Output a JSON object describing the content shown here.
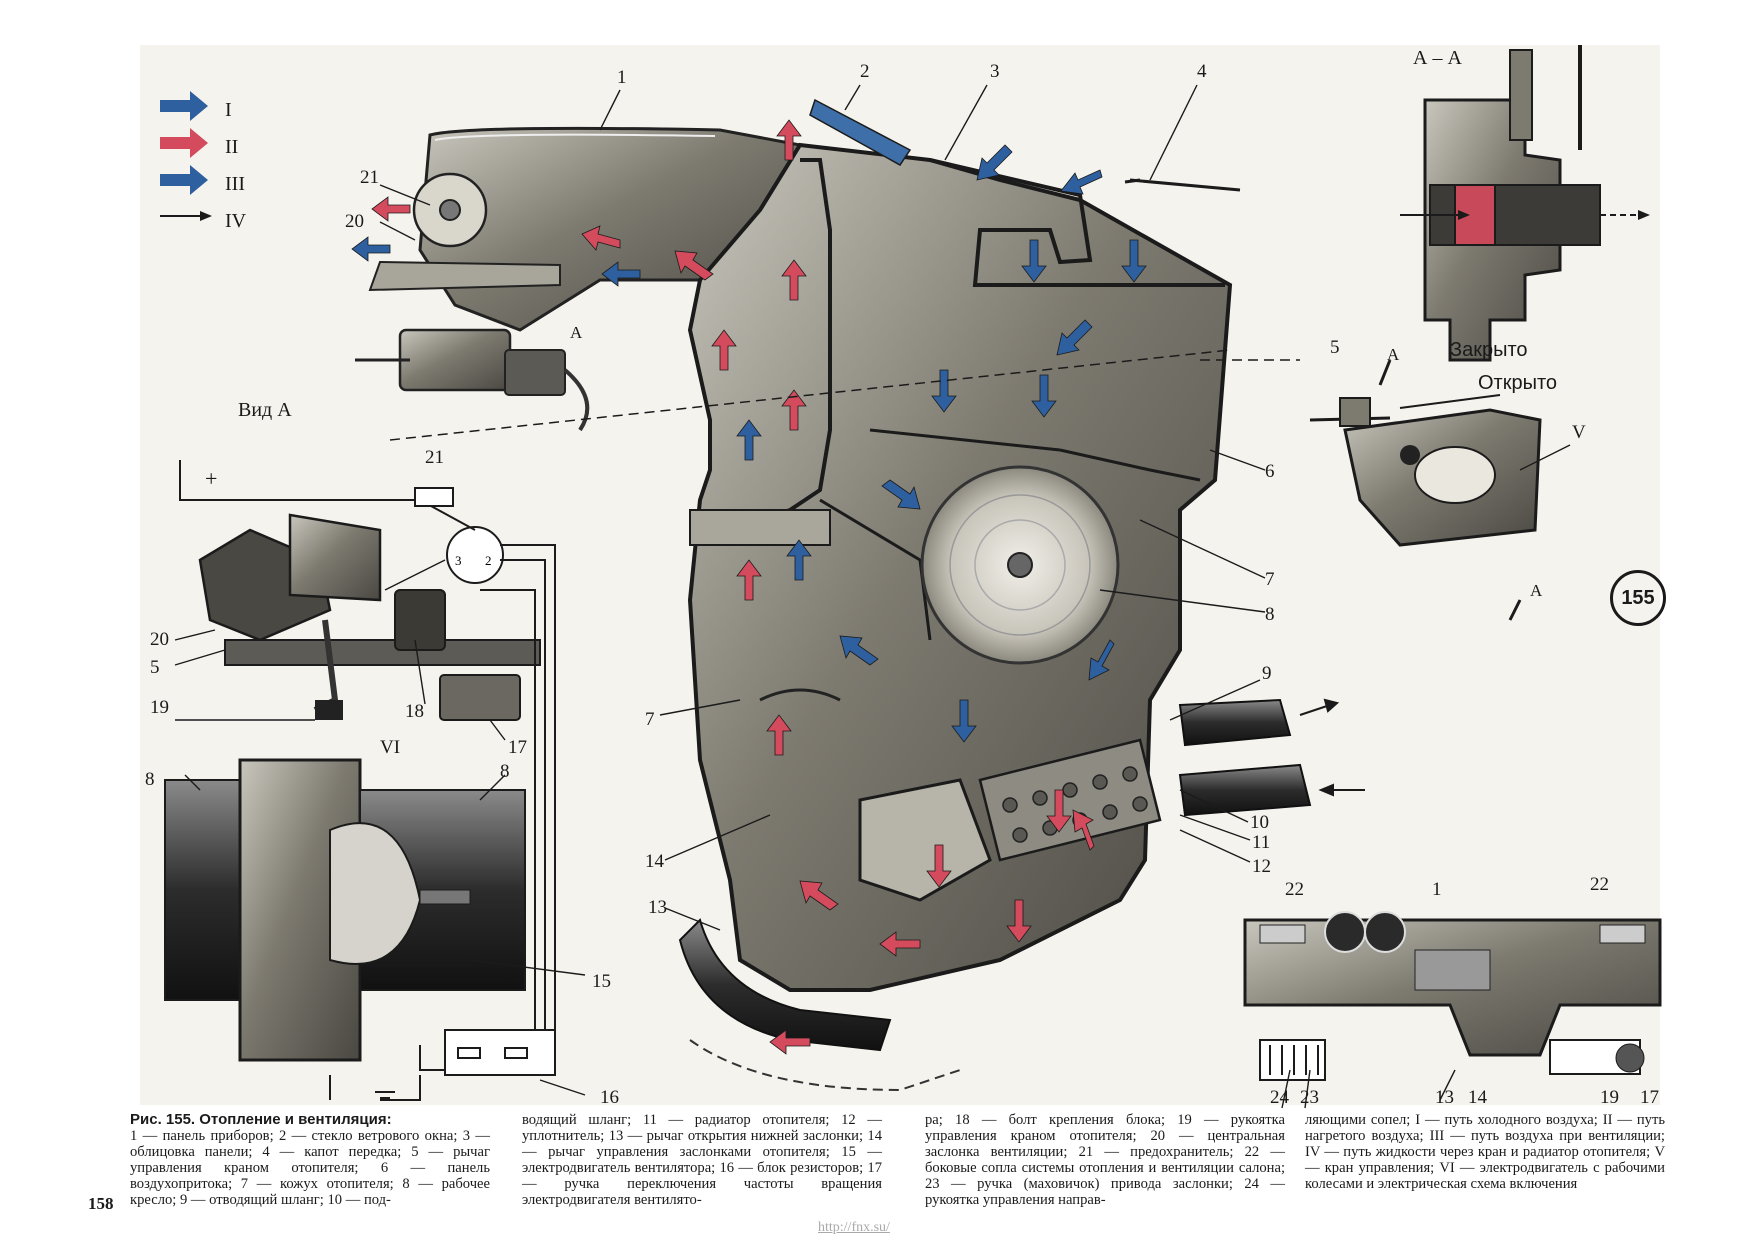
{
  "legend": {
    "items": [
      {
        "numeral": "I",
        "color": "#2e5f9e"
      },
      {
        "numeral": "II",
        "color": "#d34b5c"
      },
      {
        "numeral": "III",
        "color": "#2e5f9e"
      },
      {
        "numeral": "IV",
        "color": "#1a1a1a"
      }
    ]
  },
  "view_labels": {
    "view_a": "Вид А",
    "section": "А – А",
    "arrow_a": "А",
    "plus": "+"
  },
  "valve_labels": {
    "closed": "Закрыто",
    "open": "Открыто"
  },
  "figure_number": "155",
  "page_number": "158",
  "source_link": "http://fnx.su/",
  "callouts": {
    "c1": "1",
    "c2": "2",
    "c3": "3",
    "c4": "4",
    "c5": "5",
    "c6": "6",
    "c7": "7",
    "c8": "8",
    "c9": "9",
    "c10": "10",
    "c11": "11",
    "c12": "12",
    "c13": "13",
    "c14": "14",
    "c15": "15",
    "c16": "16",
    "c17": "17",
    "c18": "18",
    "c19": "19",
    "c20": "20",
    "c21": "21",
    "c22": "22",
    "c23": "23",
    "c24": "24",
    "v": "V",
    "vi": "VI"
  },
  "caption": {
    "title": "Рис. 155. Отопление и вентиляция:",
    "col1": "1 — панель приборов; 2 — стекло ветрового окна; 3 — облицовка панели; 4 — капот передка; 5 — рычаг управления краном отопителя; 6 — панель воздухопритока; 7 — кожух отопителя; 8 — рабочее кресло; 9 — отводящий шланг; 10 — под-",
    "col2": "водящий шланг; 11 — радиатор отопителя; 12 — уплотнитель; 13 — рычаг открытия нижней заслонки; 14 — рычаг управления заслонками отопителя; 15 — электродвигатель вентилятора; 16 — блок резисторов; 17 — ручка переключения частоты вращения электродвигателя вентилято-",
    "col3": "ра; 18 — болт крепления блока; 19 — рукоятка управления краном отопителя; 20 — центральная заслонка вентиляции; 21 — предохранитель; 22 — боковые сопла системы отопления и вентиляции салона; 23 — ручка (маховичок) привода заслонки; 24 — рукоятка управления направ-",
    "col4": "ляющими сопел; I — путь холодного воздуха; II — путь нагретого воздуха; III — путь воздуха при вентиляции; IV — путь жидкости через кран и радиатор отопителя; V — кран управления; VI — электродвигатель с рабочими колесами и электрическая схема включения"
  }
}
